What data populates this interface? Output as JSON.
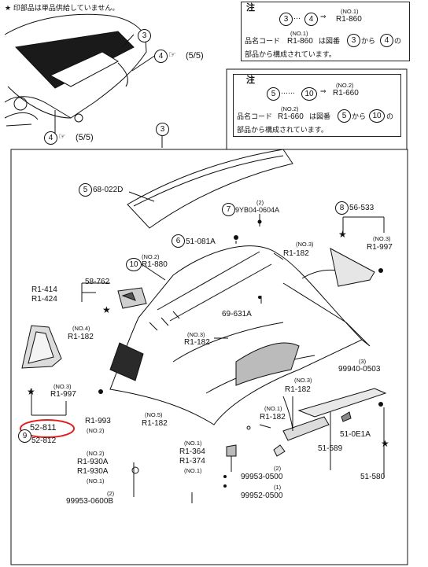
{
  "header": {
    "notice": "★ 印部品は単品供給していません。"
  },
  "note1": {
    "title": "注",
    "range_from": "3",
    "range_to": "4",
    "arrow": "⇒",
    "no_tag": "(NO.1)",
    "part": "R1-860",
    "line2_prefix": "品名コード",
    "line2_no": "(NO.1)",
    "line2_part": "R1-860",
    "line2_mid": "は図番",
    "line2_from": "3",
    "line2_kara": "から",
    "line2_to": "4",
    "line2_no_suffix": "の",
    "line3": "部品から構成されています。"
  },
  "note2": {
    "title": "注",
    "range_from": "5",
    "dots": "……",
    "range_to": "10",
    "arrow": "⇒",
    "no_tag": "(NO.2)",
    "part": "R1-660",
    "line2_prefix": "品名コード",
    "line2_no": "(NO.2)",
    "line2_part": "R1-660",
    "line2_mid": "は図番",
    "line2_from": "5",
    "line2_kara": "から",
    "line2_to": "10",
    "line2_no_suffix": "の",
    "line3": "部品から構成されています。"
  },
  "callouts": {
    "c3_top": "3",
    "c4_top": "4",
    "c4_top_ref": "(5/5)",
    "c4_left": "4",
    "c4_left_ref": "(5/5)",
    "c3_mid": "3",
    "c5": "5",
    "c5_part": "68-022D",
    "c7": "7",
    "c7_qty": "(2)",
    "c7_part": "9YB04-0604A",
    "c8": "8",
    "c8_part": "56-533",
    "c6": "6",
    "c6_part": "51-081A",
    "c10": "10",
    "c10_no": "(NO.2)",
    "c10_part": "R1-880",
    "c9": "9",
    "c9_part_top": "52-811",
    "c9_part_bottom": "52-812"
  },
  "labels": {
    "l_r1_182_top_no": "(NO.3)",
    "l_r1_182_top": "R1-182",
    "l_r1_997_right_no": "(NO.3)",
    "l_r1_997_right": "R1-997",
    "l_r1_414": "R1-414",
    "l_r1_424": "R1-424",
    "l_58_762": "58-762",
    "l_69_631a": "69-631A",
    "l_no4": "(NO.4)",
    "l_r1_182_left": "R1-182",
    "l_no3_mid": "(NO.3)",
    "l_r1_182_mid": "R1-182",
    "l_99940_qty": "(3)",
    "l_99940": "99940-0503",
    "l_no3_left": "(NO.3)",
    "l_r1_997_left": "R1-997",
    "l_r1_182_rc": "R1-182",
    "l_no3_rc": "(NO.3)",
    "l_no1_r1_182": "(NO.1)",
    "l_r1_182_low": "R1-182",
    "l_r1_993": "R1-993",
    "l_no2_993": "(NO.2)",
    "l_no5": "(NO.5)",
    "l_r1_182_no5": "R1-182",
    "l_51_0e1a": "51-0E1A",
    "l_51_589": "51-589",
    "l_51_580": "51-580",
    "l_no2_930": "(NO.2)",
    "l_r1_930a_1": "R1-930A",
    "l_r1_930a_2": "R1-930A",
    "l_no1_930": "(NO.1)",
    "l_no1_364": "(NO.1)",
    "l_r1_364": "R1-364",
    "l_r1_374": "R1-374",
    "l_no1_374": "(NO.1)",
    "l_99953_qty": "(2)",
    "l_99953": "99953-0500",
    "l_99952_qty": "(1)",
    "l_99952": "99952-0500",
    "l_9995x_left_qty": "(2)",
    "l_9995x_left": "99953-0600B"
  },
  "highlight": {
    "color": "#e02020"
  }
}
